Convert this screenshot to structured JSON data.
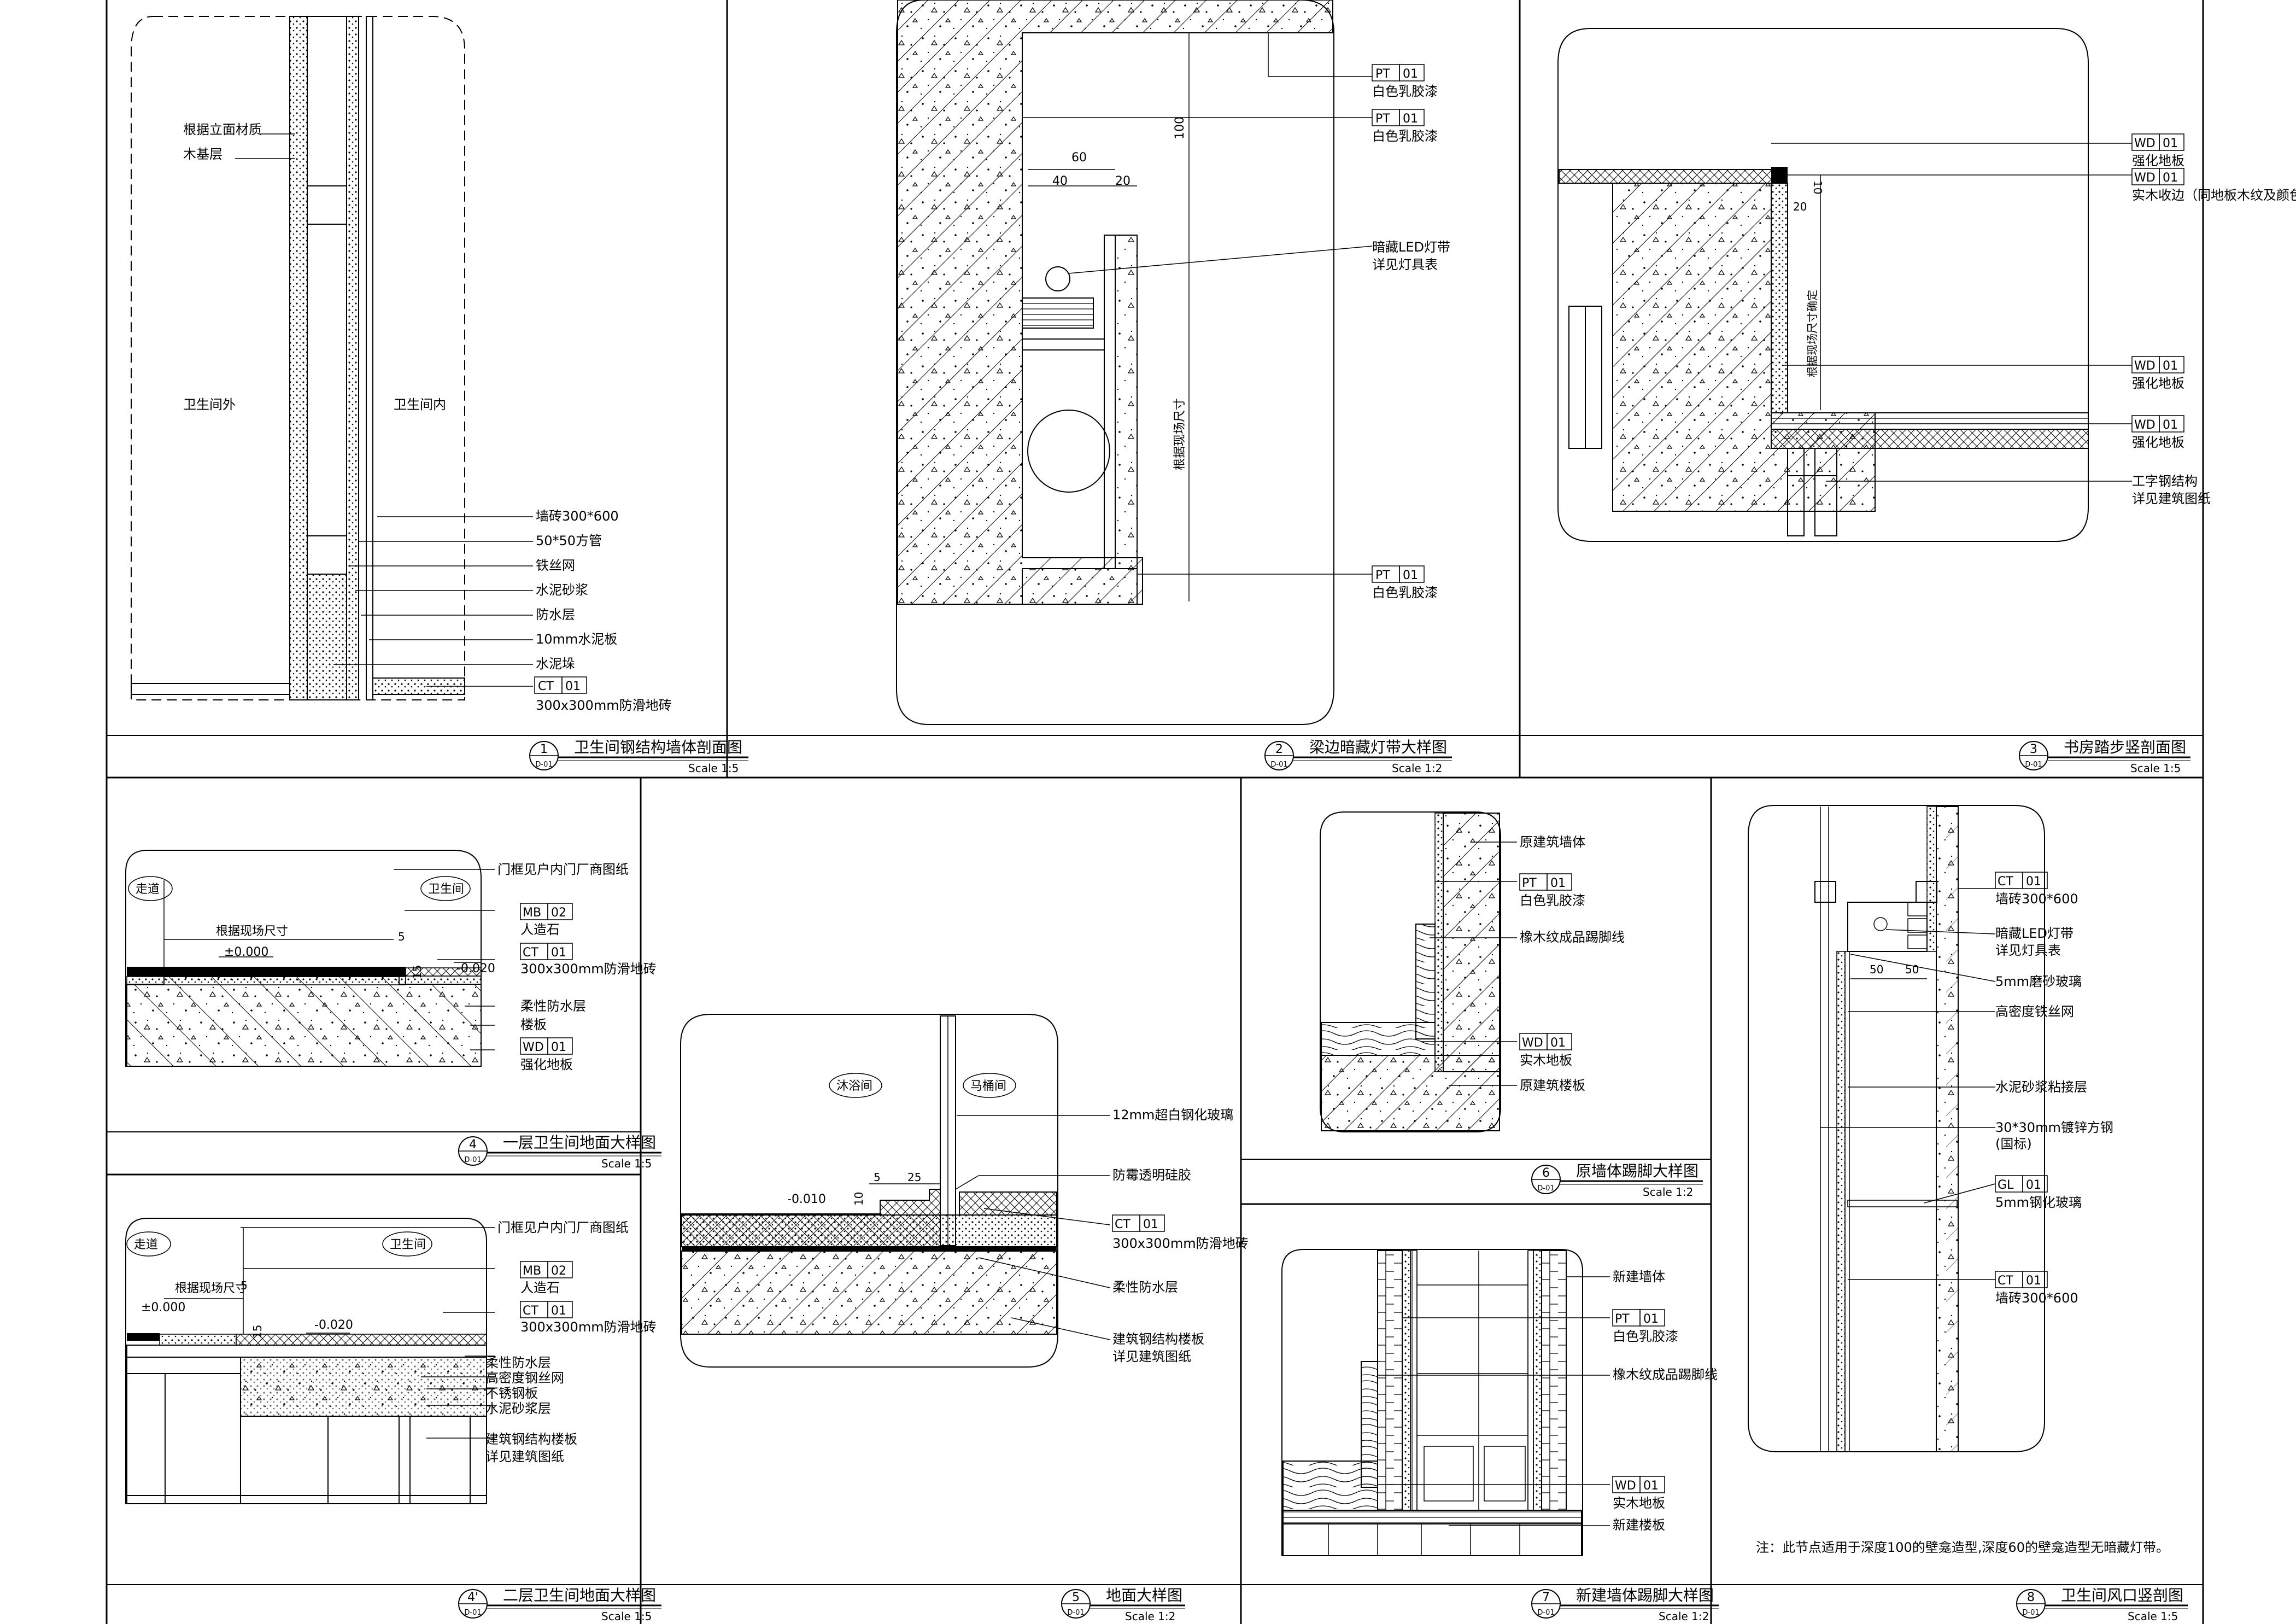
{
  "panels": [
    {
      "number": "1",
      "title": "卫生间钢结构墙体剖面图",
      "scale": "Scale 1:5",
      "labels": {
        "left_top": [
          "根据立面材质",
          "木基层"
        ],
        "room_left": "卫生间外",
        "room_right": "卫生间内",
        "leaders": [
          "墙砖300*600",
          "50*50方管",
          "铁丝网",
          "水泥砂浆",
          "防水层",
          "10mm水泥板",
          "水泥垛"
        ],
        "code": "CT",
        "code_num": "01",
        "code_desc": "300x300mm防滑地砖"
      }
    },
    {
      "number": "2",
      "title": "梁边暗藏灯带大样图",
      "scale": "Scale 1:2",
      "labels": {
        "codes": [
          {
            "code": "PT",
            "num": "01",
            "desc": "白色乳胶漆"
          },
          {
            "code": "PT",
            "num": "01",
            "desc": "白色乳胶漆"
          },
          {
            "code": "PT",
            "num": "01",
            "desc": "白色乳胶漆"
          }
        ],
        "led": [
          "暗藏LED灯带",
          "详见灯具表"
        ],
        "dims": [
          "60",
          "40",
          "20",
          "100"
        ],
        "vertical_dim": "根据现场尺寸"
      }
    },
    {
      "number": "3",
      "title": "书房踏步竖剖面图",
      "scale": "Scale 1:5",
      "labels": {
        "codes": [
          {
            "code": "WD",
            "num": "01",
            "desc": "强化地板"
          },
          {
            "code": "WD",
            "num": "01",
            "desc": "实木收边（同地板木纹及颜色）"
          },
          {
            "code": "WD",
            "num": "01",
            "desc": "强化地板"
          },
          {
            "code": "WD",
            "num": "01",
            "desc": "强化地板"
          }
        ],
        "steel": [
          "工字钢结构",
          "详见建筑图纸"
        ],
        "dim_small": "10",
        "dim_small2": "20",
        "vertical_dim": "根据现场尺寸确定"
      }
    },
    {
      "number": "4",
      "title": "一层卫生间地面大样图",
      "scale": "Scale 1:5",
      "labels": {
        "room_left": "走道",
        "room_right": "卫生间",
        "door": "门框见户内门厂商图纸",
        "codes": [
          {
            "code": "MB",
            "num": "02",
            "desc": "人造石"
          },
          {
            "code": "CT",
            "num": "01",
            "desc": "300x300mm防滑地砖"
          },
          {
            "code": "WD",
            "num": "01",
            "desc": "强化地板"
          }
        ],
        "leaders": [
          "柔性防水层",
          "楼板"
        ],
        "level1": "±0.000",
        "level2": "-0.020",
        "dim": "根据现场尺寸",
        "dim_small": "5",
        "dim_small2": "15"
      }
    },
    {
      "number": "4'",
      "title": "二层卫生间地面大样图",
      "scale": "Scale 1:5",
      "labels": {
        "room_left": "走道",
        "room_right": "卫生间",
        "door": "门框见户内门厂商图纸",
        "codes": [
          {
            "code": "MB",
            "num": "02",
            "desc": "人造石"
          },
          {
            "code": "CT",
            "num": "01",
            "desc": "300x300mm防滑地砖"
          }
        ],
        "leaders": [
          "柔性防水层",
          "高密度钢丝网",
          "不锈钢板",
          "水泥砂浆层"
        ],
        "structure": [
          "建筑钢结构楼板",
          "详见建筑图纸"
        ],
        "level1": "±0.000",
        "level2": "-0.020",
        "dim": "根据现场尺寸",
        "dim_small": "5",
        "dim_small2": "15"
      }
    },
    {
      "number": "5",
      "title": "地面大样图",
      "scale": "Scale 1:2",
      "labels": {
        "room_left": "沐浴间",
        "room_right": "马桶间",
        "glass": "12mm超白钢化玻璃",
        "silicone": "防霉透明硅胶",
        "code": "CT",
        "code_num": "01",
        "code_desc": "300x300mm防滑地砖",
        "waterproof": "柔性防水层",
        "structure": [
          "建筑钢结构楼板",
          "详见建筑图纸"
        ],
        "level": "-0.010",
        "dim1": "5",
        "dim2": "25",
        "dim3": "10"
      }
    },
    {
      "number": "6",
      "title": "原墙体踢脚大样图",
      "scale": "Scale 1:2",
      "labels": {
        "wall": "原建筑墙体",
        "codes": [
          {
            "code": "PT",
            "num": "01",
            "desc": "白色乳胶漆"
          },
          {
            "code": "WD",
            "num": "01",
            "desc": "实木地板"
          }
        ],
        "skirting": "橡木纹成品踢脚线",
        "floor": "原建筑楼板"
      }
    },
    {
      "number": "7",
      "title": "新建墙体踢脚大样图",
      "scale": "Scale 1:2",
      "labels": {
        "wall": "新建墙体",
        "codes": [
          {
            "code": "PT",
            "num": "01",
            "desc": "白色乳胶漆"
          },
          {
            "code": "WD",
            "num": "01",
            "desc": "实木地板"
          }
        ],
        "skirting": "橡木纹成品踢脚线",
        "floor": "新建楼板"
      }
    },
    {
      "number": "8",
      "title": "卫生间风口竖剖图",
      "scale": "Scale 1:5",
      "labels": {
        "codes": [
          {
            "code": "CT",
            "num": "01",
            "desc": "墙砖300*600"
          },
          {
            "code": "GL",
            "num": "01",
            "desc": "5mm钢化玻璃"
          },
          {
            "code": "CT",
            "num": "01",
            "desc": "墙砖300*600"
          }
        ],
        "led": [
          "暗藏LED灯带",
          "详见灯具表"
        ],
        "leaders": [
          "5mm磨砂玻璃",
          "高密度铁丝网",
          "水泥砂浆粘接层",
          "30*30mm镀锌方钢",
          "(国标)"
        ],
        "dims": [
          "50",
          "50"
        ],
        "note": "注：此节点适用于深度100的壁龛造型,深度60的壁龛造型无暗藏灯带。"
      }
    }
  ],
  "detail_ref": "D-01"
}
